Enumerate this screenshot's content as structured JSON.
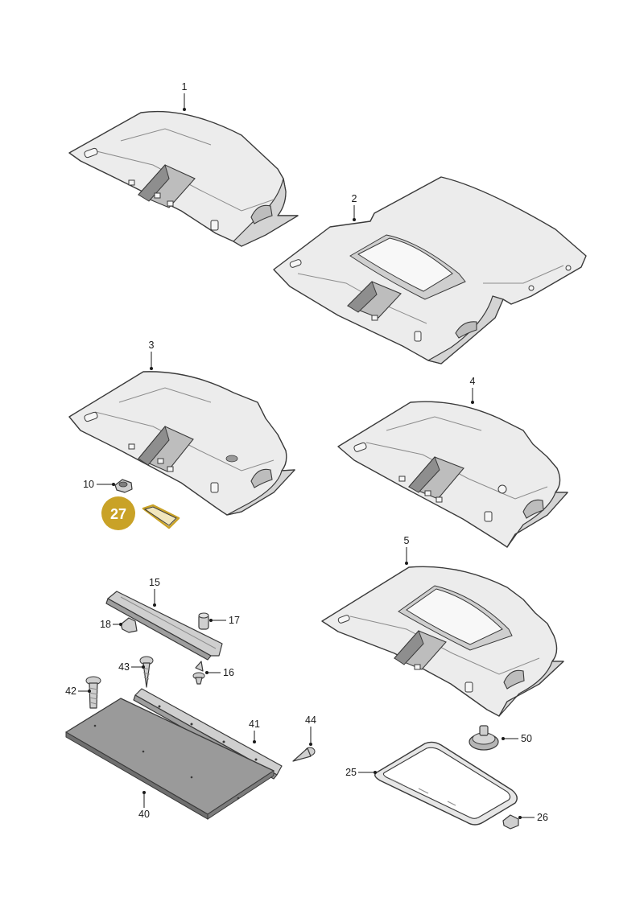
{
  "callouts": {
    "c1": "1",
    "c2": "2",
    "c3": "3",
    "c4": "4",
    "c5": "5",
    "c10": "10",
    "c27": "27",
    "c15": "15",
    "c17": "17",
    "c18": "18",
    "c43": "43",
    "c16": "16",
    "c42": "42",
    "c41": "41",
    "c44": "44",
    "c40": "40",
    "c50": "50",
    "c25": "25",
    "c26": "26"
  },
  "highlight": {
    "part": "27",
    "color": "#c9a227",
    "text_color": "#ffffff"
  },
  "colors": {
    "liner": "#ececec",
    "outline": "#3a3a3a",
    "text": "#1a1a1a"
  }
}
